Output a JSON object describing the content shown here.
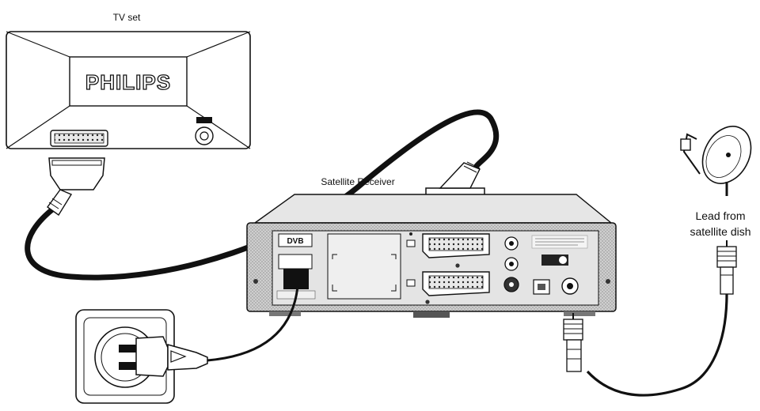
{
  "labels": {
    "tv_set": "TV set",
    "tv_brand": "PHILIPS",
    "receiver": "Satellite Receiver",
    "receiver_badge": "DVB",
    "dish_line1": "Lead from",
    "dish_line2": "satellite dish"
  },
  "colors": {
    "line": "#111111",
    "panel": "#d6d6d6",
    "panel_dark": "#a8a8a8",
    "background": "#ffffff"
  }
}
